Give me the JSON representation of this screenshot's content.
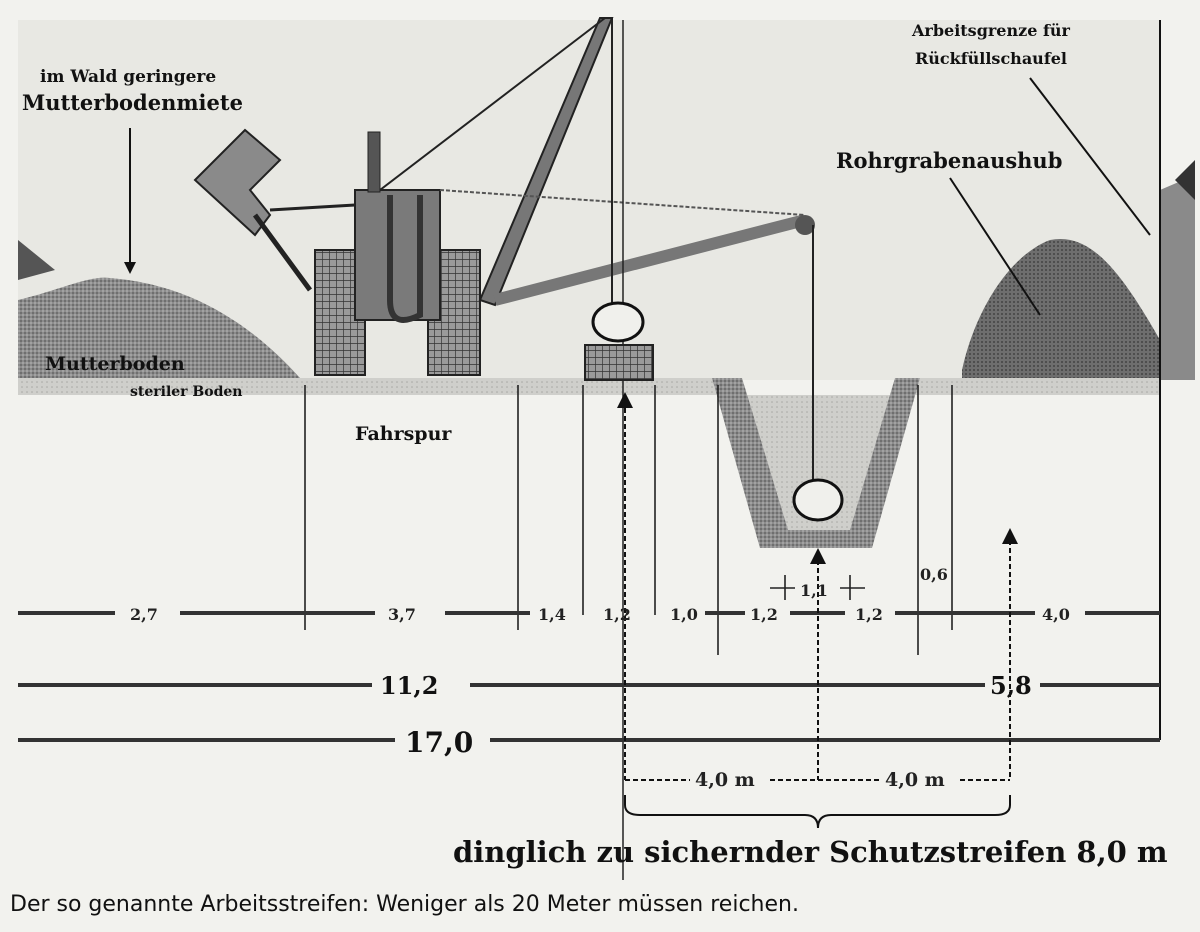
{
  "labels": {
    "forest_note_line1": "im Wald geringere",
    "forest_note_line2": "Mutterbodenmiete",
    "topsoil": "Mutterboden",
    "sterile_soil": "steriler Boden",
    "lane": "Fahrspur",
    "work_limit_line1": "Arbeitsgrenze für",
    "work_limit_line2": "Rückfüllschaufel",
    "trench_spoil": "Rohrgrabenaushub"
  },
  "dimensions": {
    "row1": [
      "2,7",
      "3,7",
      "1,4",
      "1,2",
      "1,0",
      "1,2",
      "1,1",
      "1,2",
      "4,0"
    ],
    "depth": "0,6",
    "row2": [
      "11,2",
      "5,8"
    ],
    "total": "17,0",
    "half_left": "4,0 m",
    "half_right": "4,0 m"
  },
  "protection_strip": "dinglich zu sichernder Schutzstreifen 8,0 m",
  "caption": "Der so genannte Arbeitsstreifen: Weniger als 20 Meter müssen reichen."
}
